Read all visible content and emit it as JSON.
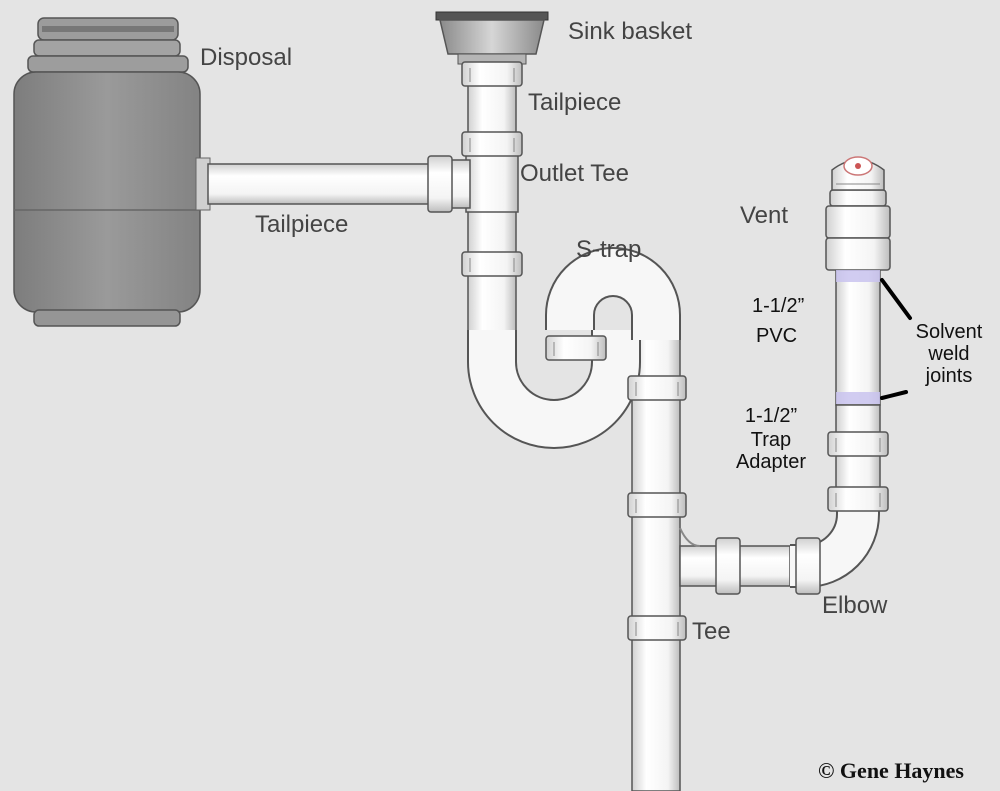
{
  "labels": {
    "disposal": "Disposal",
    "sink_basket": "Sink basket",
    "tailpiece_top": "Tailpiece",
    "outlet_tee": "Outlet Tee",
    "tailpiece_side": "Tailpiece",
    "vent": "Vent",
    "s_trap": "S-trap",
    "pvc_size": "1-1/2”",
    "pvc": "PVC",
    "solvent_1": "Solvent",
    "solvent_2": "weld",
    "solvent_3": "joints",
    "trap_adapter_size": "1-1/2”",
    "trap_adapter_1": "Trap",
    "trap_adapter_2": "Adapter",
    "elbow": "Elbow",
    "tee": "Tee"
  },
  "copyright": "© Gene Haynes",
  "colors": {
    "background": "#e4e4e4",
    "pipe": "#fafafa",
    "pipe_outline": "#555555",
    "disposal": "#8f8f8f",
    "solvent_tint": "#c9c3ee",
    "label_gray": "#444444",
    "label_dark": "#111111"
  }
}
